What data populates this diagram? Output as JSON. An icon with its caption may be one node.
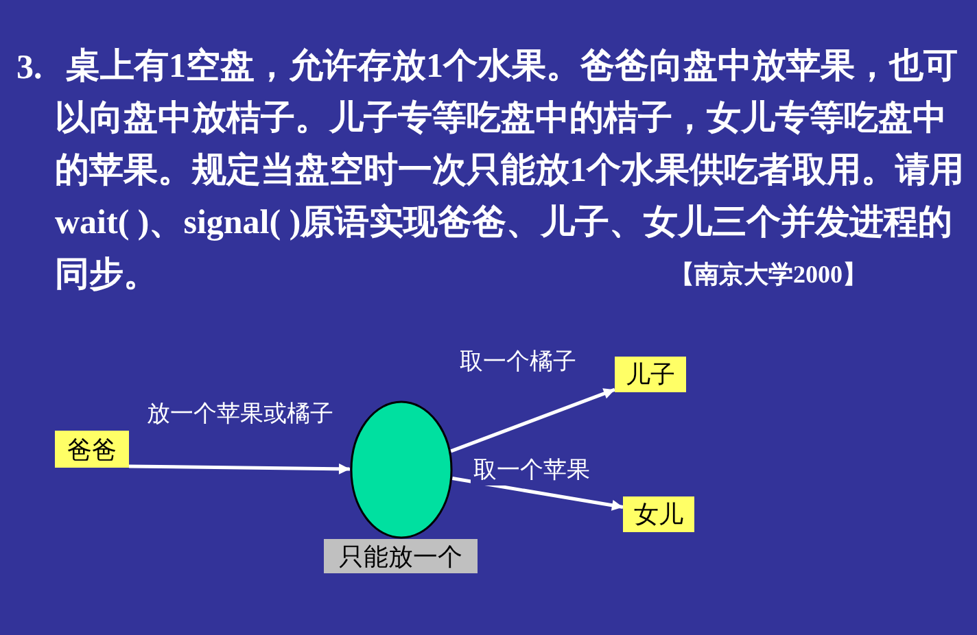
{
  "diagram": {
    "nodes": [
      {
        "text": [
          "爸爸"
        ]
      },
      {
        "text": [],
        "shape": "ellipse"
      },
      {
        "text": [
          "儿子"
        ]
      },
      {
        "text": [
          "女儿"
        ]
      },
      {
        "text": [
          "只能放一个"
        ]
      }
    ],
    "edges": [
      {
        "from": 0,
        "to": 1,
        "arrow": "to",
        "label": "放一个苹果或橘子"
      },
      {
        "from": 1,
        "to": 2,
        "arrow": "to",
        "label": "取一个橘子"
      },
      {
        "from": 1,
        "to": 3,
        "arrow": "to",
        "label": "取一个苹果"
      }
    ],
    "labels": [
      "3.",
      "桌上有1空盘，允许存放1个水果。爸爸向盘中放苹果，也可以向盘中放桔子。儿子专等吃盘中的桔子，女儿专等吃盘中的苹果。规定当盘空时一次只能放1个水果供吃者取用。请用wait( )、signal( )原语实现爸爸、儿子、女儿三个并发进程的同步。",
      "【南京大学2000】"
    ]
  }
}
